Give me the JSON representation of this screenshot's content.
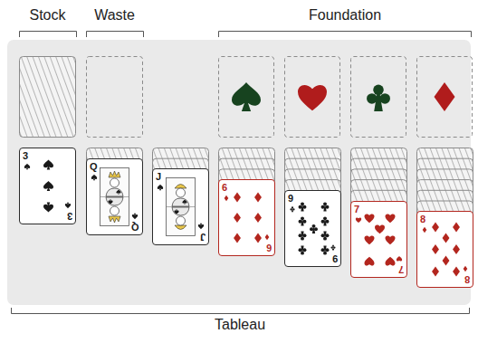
{
  "diagram": {
    "nodes": [
      {
        "text": [
          "3",
          "3"
        ]
      },
      {
        "text": [
          "Q",
          "Q"
        ]
      },
      {
        "text": [
          "J",
          "J"
        ]
      },
      {
        "text": [
          "6",
          "6"
        ]
      },
      {
        "text": [
          "9",
          "9"
        ]
      },
      {
        "text": [
          "7",
          "7"
        ]
      },
      {
        "text": [
          "8",
          "8"
        ]
      }
    ],
    "labels": [
      "Stock",
      "Waste",
      "Foundation",
      "Tableau"
    ]
  }
}
